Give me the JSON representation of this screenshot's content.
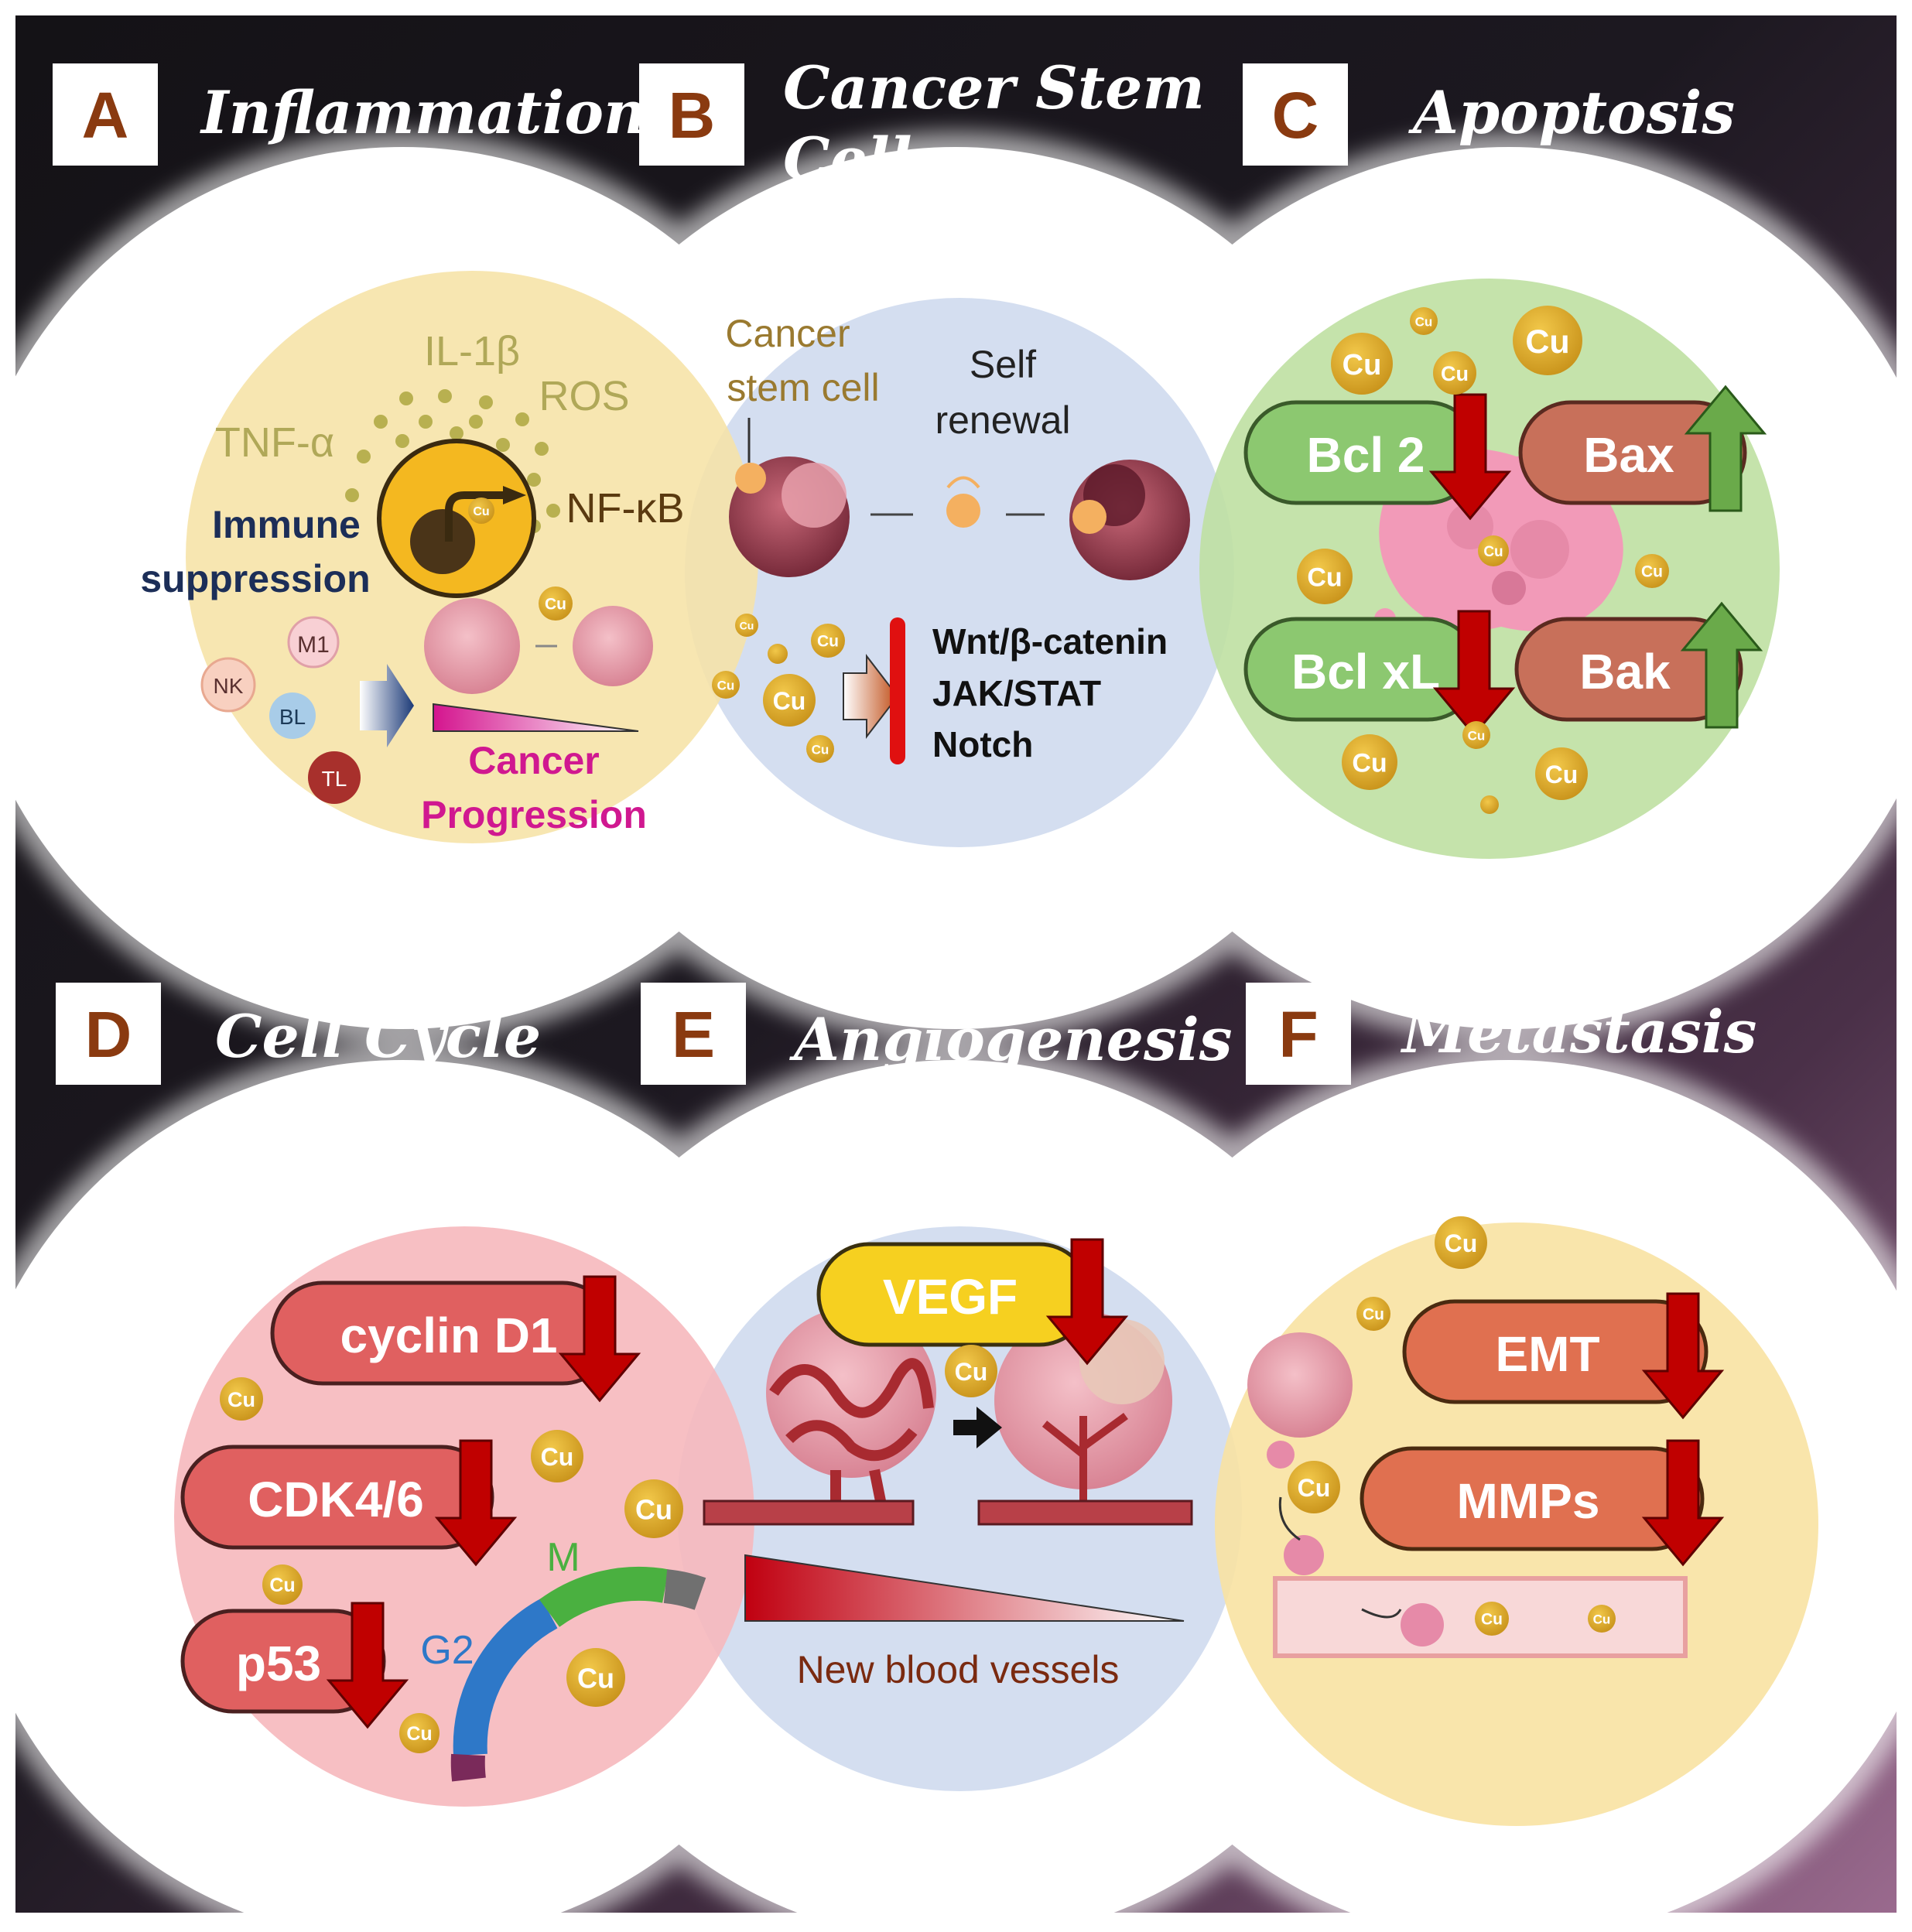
{
  "panels": {
    "a": {
      "letter": "A",
      "title": "Inflammation"
    },
    "b": {
      "letter": "B",
      "title_line1": "Cancer Stem",
      "title_line2": "Cells"
    },
    "c": {
      "letter": "C",
      "title": "Apoptosis"
    },
    "d": {
      "letter": "D",
      "title": "Cell Cycle"
    },
    "e": {
      "letter": "E",
      "title": "Angiogenesis"
    },
    "f": {
      "letter": "F",
      "title": "Metastasis"
    }
  },
  "inflammation": {
    "il1b": "IL-1β",
    "ros": "ROS",
    "tnfa": "TNF-α",
    "nfkb": "NF-κB",
    "immune_line1": "Immune",
    "immune_line2": "suppression",
    "cancer_line1": "Cancer",
    "cancer_line2": "Progression",
    "cells": [
      "M1",
      "NK",
      "BL",
      "TL"
    ]
  },
  "stem_cells": {
    "csc_line1": "Cancer",
    "csc_line2": "stem cell",
    "self_line1": "Self",
    "self_line2": "renewal",
    "pathways": [
      "Wnt/β-catenin",
      "JAK/STAT",
      "Notch"
    ]
  },
  "apoptosis": {
    "bcl2": "Bcl 2",
    "bclxl": "Bcl xL",
    "bax": "Bax",
    "bak": "Bak"
  },
  "cell_cycle": {
    "cyclin": "cyclin D1",
    "cdk": "CDK4/6",
    "p53": "p53",
    "phase_m": "M",
    "phase_g2": "G2"
  },
  "angiogenesis": {
    "vegf": "VEGF",
    "new_vessels": "New blood vessels"
  },
  "metastasis": {
    "emt": "EMT",
    "mmps": "MMPs"
  },
  "copper": {
    "symbol": "Cu"
  },
  "colors": {
    "inflammation_bg": "#f6e3a6",
    "stem_bg": "#d4def0",
    "apoptosis_bg": "#bfe0a2",
    "cell_cycle_bg": "#f6b8bc",
    "angio_bg": "#d4def0",
    "metastasis_bg": "#f8e2a2",
    "down_arrow": "#c00000",
    "up_arrow": "#6aaa4a",
    "copper": "#d4a020"
  }
}
